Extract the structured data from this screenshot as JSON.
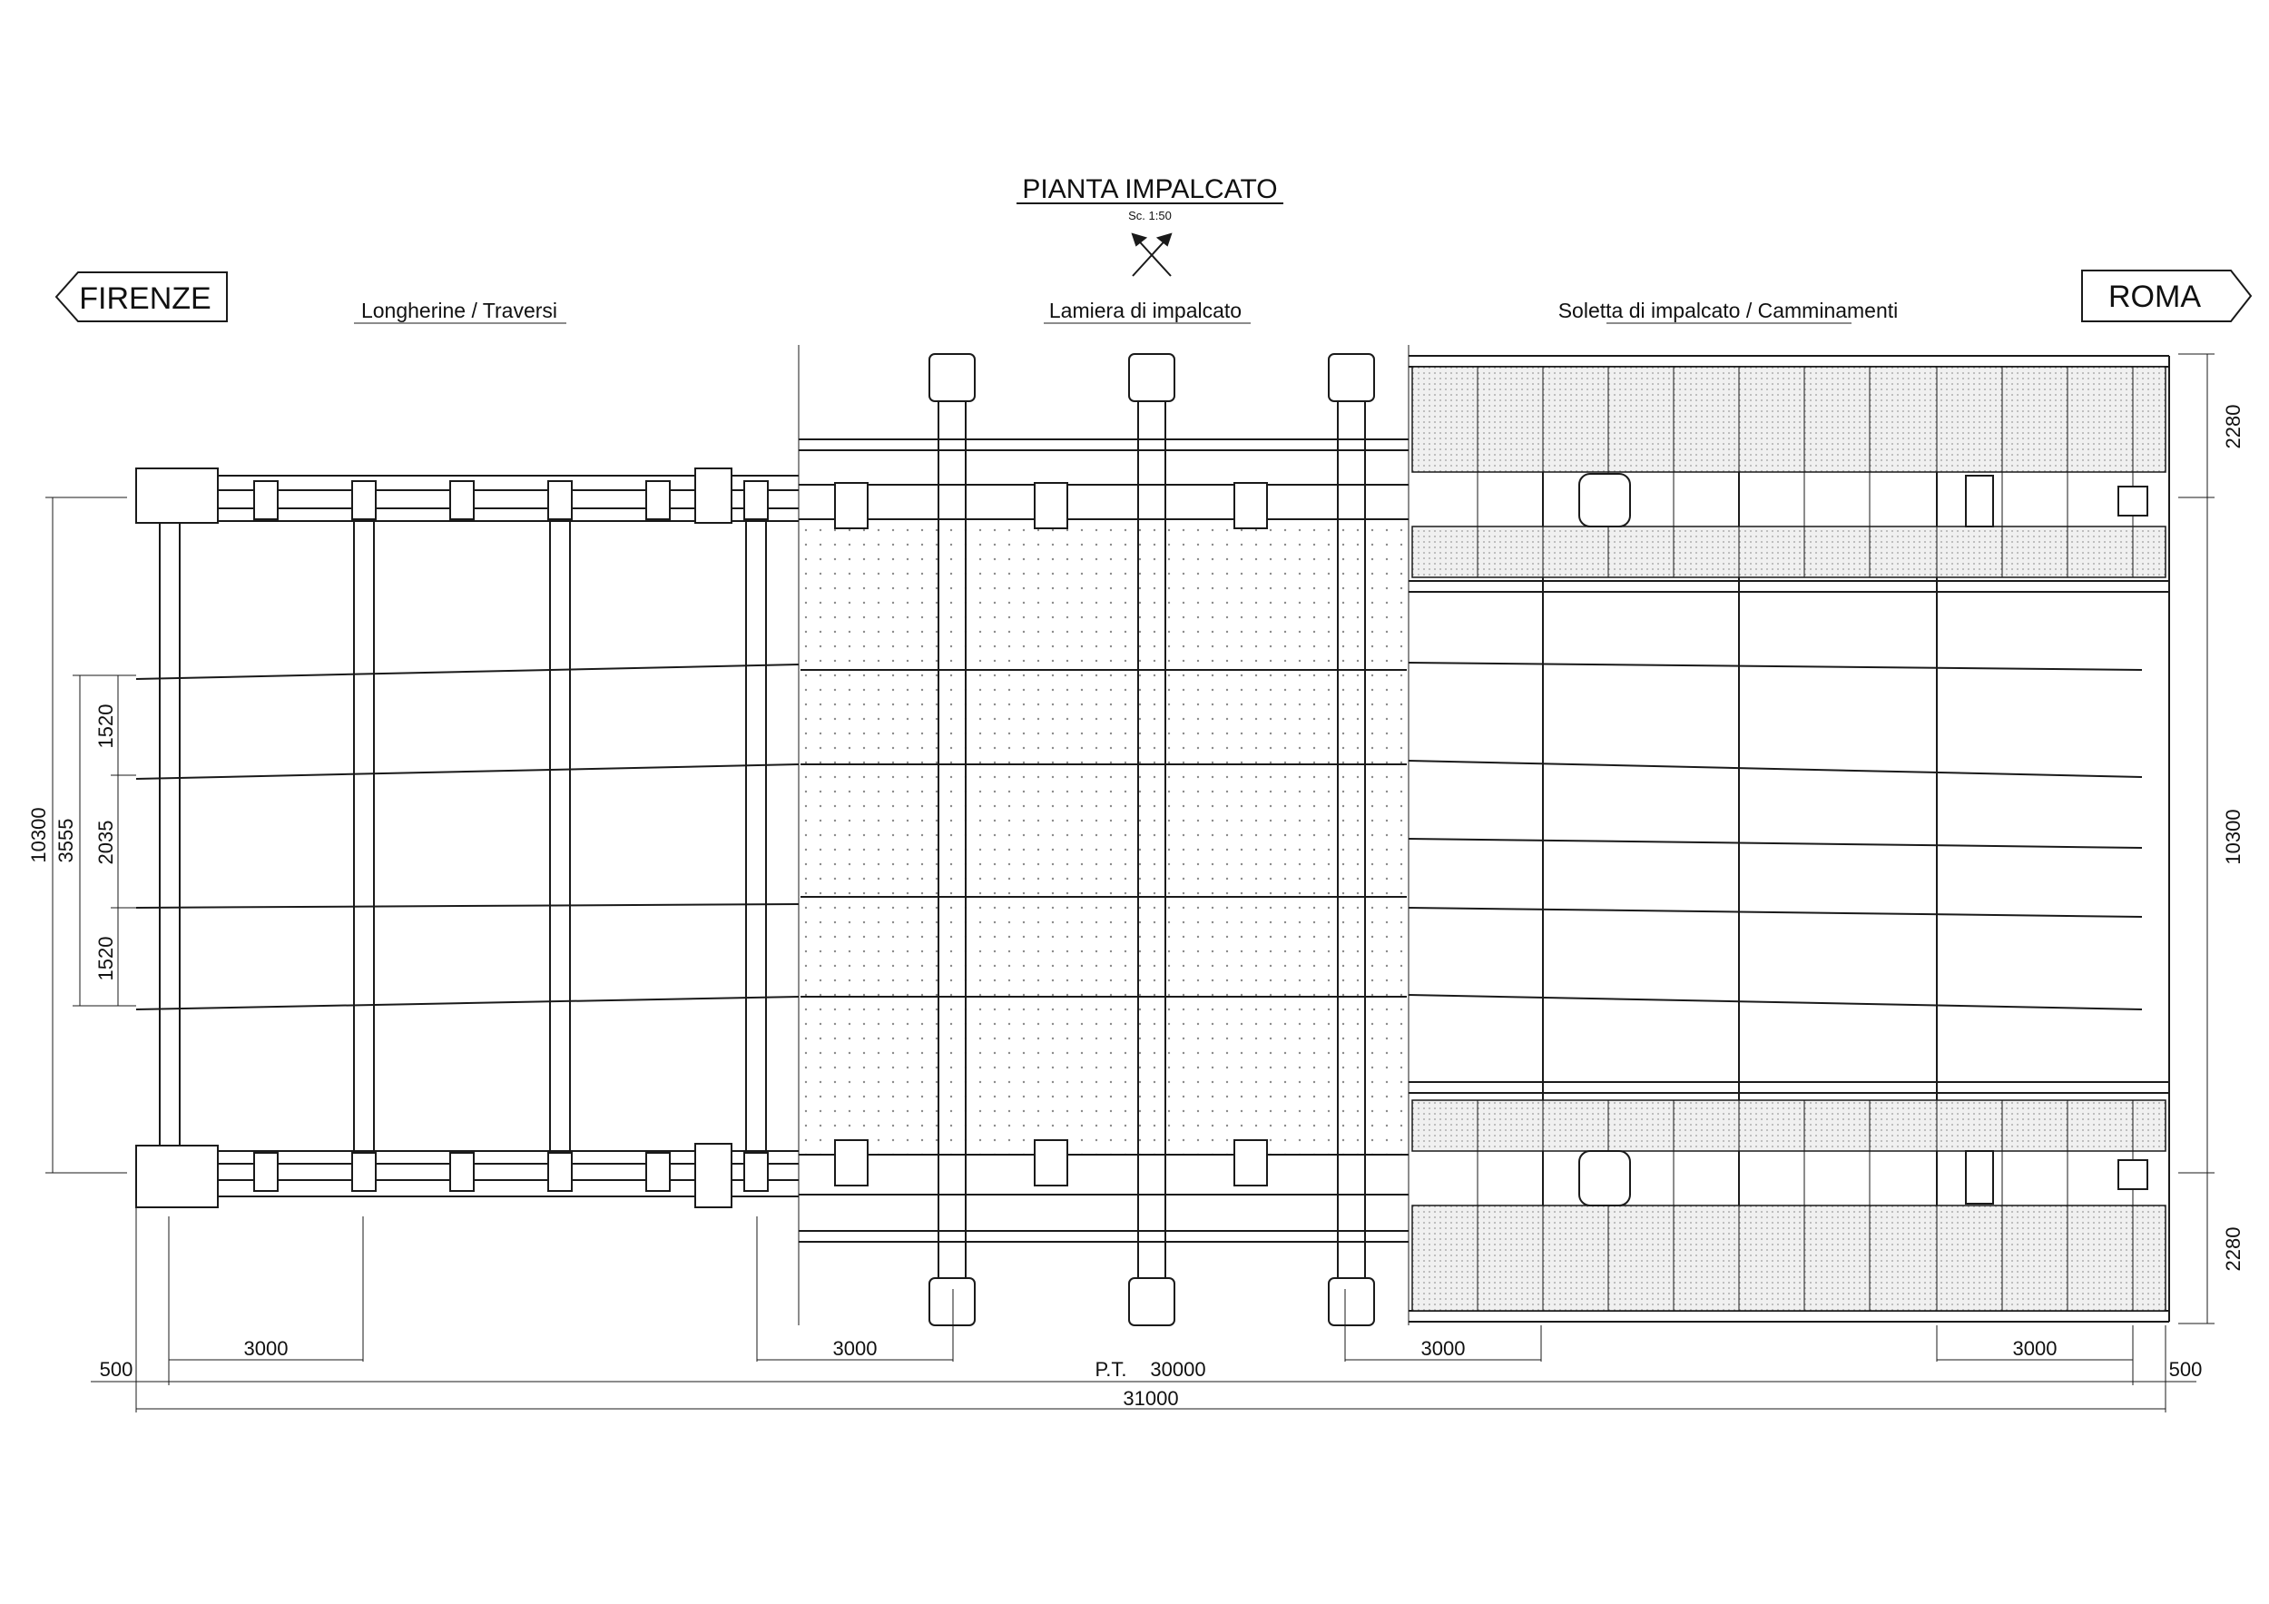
{
  "header": {
    "title": "PIANTA IMPALCATO",
    "scale": "Sc. 1:50"
  },
  "directions": {
    "left": "FIRENZE",
    "right": "ROMA"
  },
  "sections": {
    "stringers": "Longherine / Traversi",
    "deck_plate": "Lamiera di impalcato",
    "deck_slab": "Soletta di impalcato / Camminamenti"
  },
  "dimensions": {
    "left_total_width": "10300",
    "left_inner_span": "3555",
    "left_upper_offset": "1520",
    "left_center_spacing": "2035",
    "left_lower_offset": "1520",
    "right_total_width": "10300",
    "right_upper_walkway": "2280",
    "right_lower_walkway": "2280",
    "bay_1": "3000",
    "bay_2": "3000",
    "bay_3": "3000",
    "bay_4": "3000",
    "end_left": "500",
    "end_right": "500",
    "span_label": "P.T.",
    "span_value": "30000",
    "total_length": "31000"
  },
  "colors": {
    "line": "#1a1a1a",
    "hatch": "#ececec",
    "paper": "#ffffff"
  }
}
